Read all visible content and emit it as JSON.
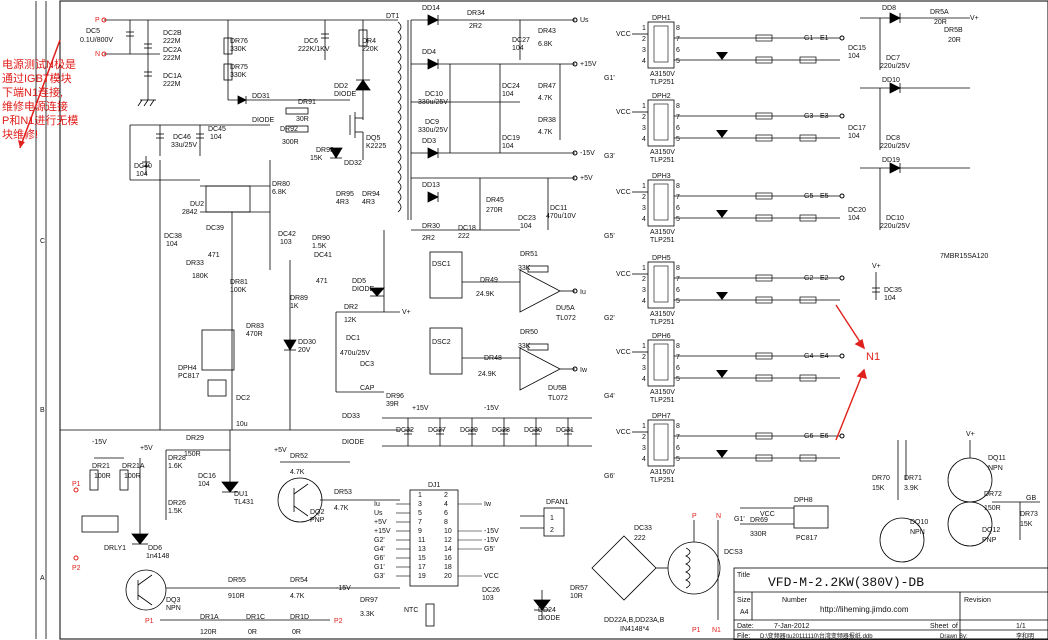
{
  "title_block": {
    "drawing_title": "VFD-M-2.2KW(380V)-DB",
    "title_label": "Title",
    "size_label": "Size",
    "size_value": "A4",
    "number_label": "Number",
    "number_value": "http://liheming.jimdo.com",
    "revision_label": "Revision",
    "date_label": "Date:",
    "date_value": "7-Jan-2012",
    "sheet_label": "Sheet",
    "of_label": "of",
    "sheet_value": "1/1",
    "file_label": "File:",
    "file_value": "D:\\变频器\\tu20111110\\台湾变频器报纸.ddb",
    "drawn_label": "Drawn By:",
    "drawn_value": "李和明"
  },
  "annotations": {
    "chinese_note": [
      "电源测试N极是",
      "通过IGBT模块",
      "下端N1连接,",
      "维修电源连接",
      "P和N1进行无模",
      "块维修!"
    ],
    "n1_label": "N1",
    "module_label": "7MBR15SA120"
  },
  "grid_refs": [
    "C",
    "B",
    "A"
  ],
  "power_nets": [
    "Us",
    "+15V",
    "-15V",
    "+5V",
    "V+",
    "P",
    "N"
  ],
  "drivers": [
    {
      "name": "DPH1",
      "type": "A3150V",
      "pkg": "TLP251",
      "input": "G1'",
      "output": "G1",
      "emitter": "E1"
    },
    {
      "name": "DPH2",
      "type": "A3150V",
      "pkg": "TLP251",
      "input": "G3'",
      "output": "G3",
      "emitter": "E3"
    },
    {
      "name": "DPH3",
      "type": "A3150V",
      "pkg": "TLP251",
      "input": "G5'",
      "output": "G5",
      "emitter": "E5"
    },
    {
      "name": "DPH5",
      "type": "A3150V",
      "pkg": "TLP251",
      "input": "G2'",
      "output": "G2",
      "emitter": "E2"
    },
    {
      "name": "DPH6",
      "type": "A3150V",
      "pkg": "TLP251",
      "input": "G4'",
      "output": "G4",
      "emitter": "E4"
    },
    {
      "name": "DPH7",
      "type": "A3150V",
      "pkg": "TLP251",
      "input": "G6'",
      "output": "G6",
      "emitter": "E6"
    }
  ],
  "vcc_label": "VCC",
  "opamps": [
    {
      "name": "DU5A",
      "type": "TL072",
      "out": "Iu",
      "sense": "DSC1"
    },
    {
      "name": "DU5B",
      "type": "TL072",
      "out": "Iw",
      "sense": "DSC2"
    }
  ],
  "connector": {
    "name": "DJ1",
    "left_pins": [
      "1",
      "3",
      "5",
      "7",
      "9",
      "11",
      "13",
      "15",
      "17",
      "19"
    ],
    "right_pins": [
      "2",
      "4",
      "6",
      "8",
      "10",
      "12",
      "14",
      "16",
      "18",
      "20"
    ],
    "left_nets": [
      "",
      "Iu",
      "Us",
      "+5V",
      "+15V",
      "G2'",
      "G4'",
      "G6'",
      "G1'",
      "G3'"
    ],
    "right_nets": [
      "",
      "Iw",
      "",
      "",
      "-15V",
      "-15V",
      "G5'",
      "",
      "",
      "VCC"
    ],
    "ntc_label": "NTC"
  },
  "fan": {
    "name": "DFAN1",
    "pins": [
      "1",
      "2"
    ]
  },
  "components": {
    "dc5": "DC5",
    "dc5_val": "0.1U/800V",
    "dc2b": "DC2B",
    "dc2b_val": "222M",
    "dc2a": "DC2A",
    "dc2a_val": "222M",
    "dc1a": "DC1A",
    "dc1a_val": "222M",
    "dr76": "DR76",
    "dr76_val": "330K",
    "dr75": "DR75",
    "dr75_val": "330K",
    "dc6": "DC6",
    "dc6_val": "222K/1KV",
    "dr4": "DR4",
    "dr4_val": "220K",
    "dd2": "DD2",
    "dd2_val": "DIODE",
    "dq5": "DQ5",
    "dq5_val": "K2225",
    "dt1": "DT1",
    "dd31": "DD31",
    "dd31_val": "DIODE",
    "dr91": "DR91",
    "dr91_val": "30R",
    "dr92": "DR92",
    "dr92_val": "300R",
    "dr93": "DR93",
    "dr93_val": "15K",
    "dd32": "DD32",
    "dc46": "DC46",
    "dc46_val": "33u/25V",
    "dc45": "DC45",
    "dc45_val": "104",
    "dc40": "DC40",
    "dc40_val": "104",
    "du2": "DU2",
    "du2_val": "2842",
    "dr80": "DR80",
    "dr80_val": "6.8K",
    "dr94": "DR94",
    "dr94_val": "4R3",
    "dr95": "DR95",
    "dr95_val": "4R3",
    "dc38": "DC38",
    "dc38_val": "104",
    "dc39": "DC39",
    "dc39_val": "471",
    "dr33": "DR33",
    "dr33_val": "180K",
    "dc42": "DC42",
    "dc42_val": "103",
    "dr90": "DR90",
    "dr90_val": "1.5K",
    "dc41": "DC41",
    "dc41_val": "471",
    "dr81": "DR81",
    "dr81_val": "100K",
    "dr83": "DR83",
    "dr83_val": "470R",
    "dph4": "DPH4",
    "dph4_val": "PC817",
    "dc2": "DC2",
    "dc2_val": "10u",
    "dr89": "DR89",
    "dr89_val": "1K",
    "dd30": "DD30",
    "dd30_val": "20V",
    "dd5": "DD5",
    "dd5_val": "DIODE",
    "dr2": "DR2",
    "dr2_val": "12K",
    "dc1": "DC1",
    "dc1_val": "470u/25V",
    "dc3": "DC3",
    "dc3_val": "CAP",
    "dr96": "DR96",
    "dr96_val": "39R",
    "dd33": "DD33",
    "dd33_val": "DIODE",
    "dd14": "DD14",
    "dr34": "DR34",
    "dr34_val": "2R2",
    "dc27": "DC27",
    "dc27_val": "104",
    "dr43": "DR43",
    "dr43_val": "6.8K",
    "dd4": "DD4",
    "dc10": "DC10",
    "dc10_val": "330u/25V",
    "dc24": "DC24",
    "dc24_val": "104",
    "dr47": "DR47",
    "dr47_val": "4.7K",
    "dc9": "DC9",
    "dc9_val": "330u/25V",
    "dc19": "DC19",
    "dc19_val": "104",
    "dr38": "DR38",
    "dr38_val": "4.7K",
    "dd3": "DD3",
    "dd13": "DD13",
    "dr45": "DR45",
    "dr45_val": "270R",
    "dc11": "DC11",
    "dc11_val": "470u/10V",
    "dc23": "DC23",
    "dc23_val": "104",
    "dr30": "DR30",
    "dr30_val": "2R2",
    "dc18": "DC18",
    "dc18_val": "222",
    "dr51": "DR51",
    "dr51_val": "33K",
    "dr49": "DR49",
    "dr49_val": "24.9K",
    "dr50": "DR50",
    "dr50_val": "33K",
    "dr48": "DR48",
    "dr48_val": "24.9K",
    "decoupling": [
      "DC32",
      "DC27",
      "DC29",
      "DC28",
      "DC30",
      "DC31"
    ],
    "decoupling_val": "104",
    "dr29": "DR29",
    "dr29_val": "150R",
    "dr28": "DR28",
    "dr28_val": "1.6K",
    "dc16": "DC16",
    "dc16_val": "104",
    "dr26": "DR26",
    "dr26_val": "1.5K",
    "du1": "DU1",
    "du1_val": "TL431",
    "dr52": "DR52",
    "dr52_val": "4.7K",
    "dq2": "DQ2",
    "dq2_val": "PNP",
    "dr53": "DR53",
    "dr53_val": "4.7K",
    "dr21": "DR21",
    "dr21_val": "100R",
    "dr21a": "DR21A",
    "dr21a_val": "100R",
    "p1": "P1",
    "p2": "P2",
    "drly1": "DRLY1",
    "dd6": "DD6",
    "dd6_val": "1n4148",
    "dq3": "DQ3",
    "dq3_val": "NPN",
    "dr55": "DR55",
    "dr55_val": "910R",
    "dr54": "DR54",
    "dr54_val": "4.7K",
    "dr97": "DR97",
    "dr97_val": "3.3K",
    "dr1a": "DR1A",
    "dr1a_val": "120R",
    "dr1c": "DR1C",
    "dr1c_val": "0R",
    "dr1d": "DR1D",
    "dr1d_val": "0R",
    "dc26": "DC26",
    "dc26_val": "103",
    "dd24": "DD24",
    "dd24_val": "DIODE",
    "dr57": "DR57",
    "dr57_val": "10R",
    "bridge": "DD22A,B,DD23A,B",
    "bridge_val": "IN4148*4",
    "dc33": "DC33",
    "dc33_val": "222",
    "dcs3": "DCS3",
    "dph8": "DPH8",
    "dph8_val": "PC817",
    "dr69": "DR69",
    "dr69_val": "330R",
    "dr70": "DR70",
    "dr70_val": "15K",
    "dr71": "DR71",
    "dr71_val": "3.9K",
    "dq11": "DQ11",
    "dq11_val": "NPN",
    "dq10": "DQ10",
    "dq10_val": "NPN",
    "dq12": "DQ12",
    "dq12_val": "PNP",
    "dr72": "DR72",
    "dr72_val": "150R",
    "dr73": "DR73",
    "dr73_val": "15K",
    "gb": "GB",
    "dd8": "DD8",
    "dr5a": "DR5A",
    "dr5a_val": "20R",
    "dr5b": "DR5B",
    "dr5b_val": "20R",
    "dc15": "DC15",
    "dc15_val": "104",
    "dc7": "DC7",
    "dc7_val": "220u/25V",
    "dd10": "DD10",
    "dc17": "DC17",
    "dc17_val": "104",
    "dc8": "DC8",
    "dc8_val": "220u/25V",
    "dd19": "DD19",
    "dc20": "DC20",
    "dc20_val": "104",
    "dc10b": "DC10",
    "dc10b_val": "220u/25V",
    "dc35": "DC35",
    "dc35_val": "104"
  }
}
